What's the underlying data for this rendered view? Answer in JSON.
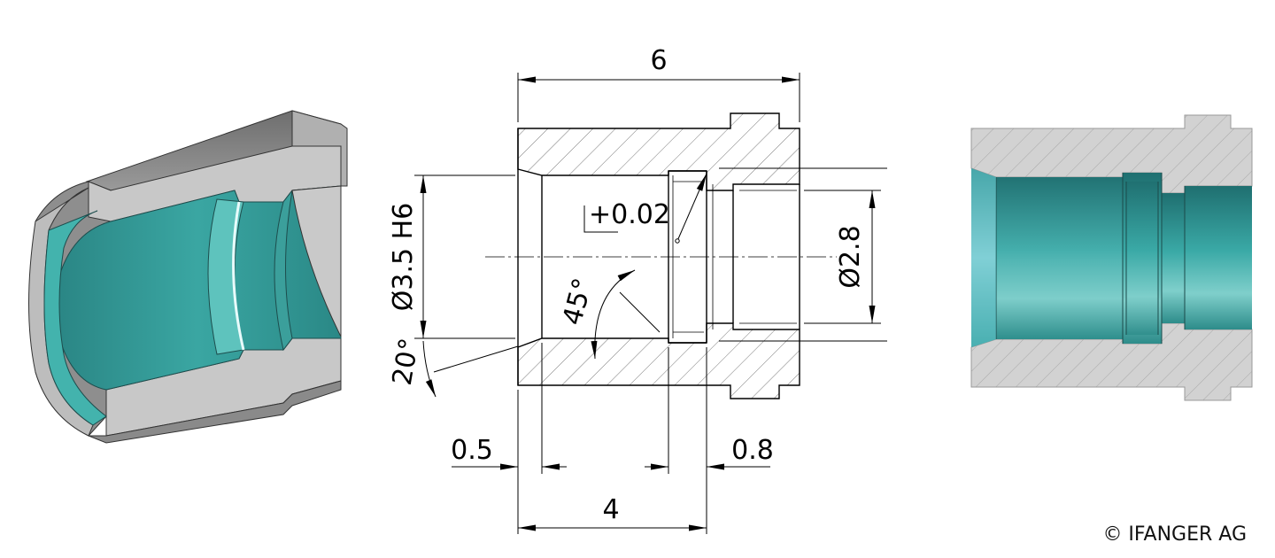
{
  "drawing": {
    "dim_overall_length": "6",
    "dim_bore_depth": "4",
    "dim_chamfer_width": "0.5",
    "dim_groove_width": "0.8",
    "dim_bore_diameter": "Ø3.5 H6",
    "dim_exit_diameter": "Ø2.8",
    "dim_chamfer_angle": "20°",
    "dim_undercut_angle": "45°",
    "dim_tolerance_note": "+0.02"
  },
  "copyright": "© IFANGER AG",
  "colors": {
    "section_fill": "#d3d3d3",
    "bore_teal": "#2f9c99",
    "bore_highlight": "#8fd2cf",
    "metal_gray": "#9a9a9a",
    "line": "#000000"
  }
}
